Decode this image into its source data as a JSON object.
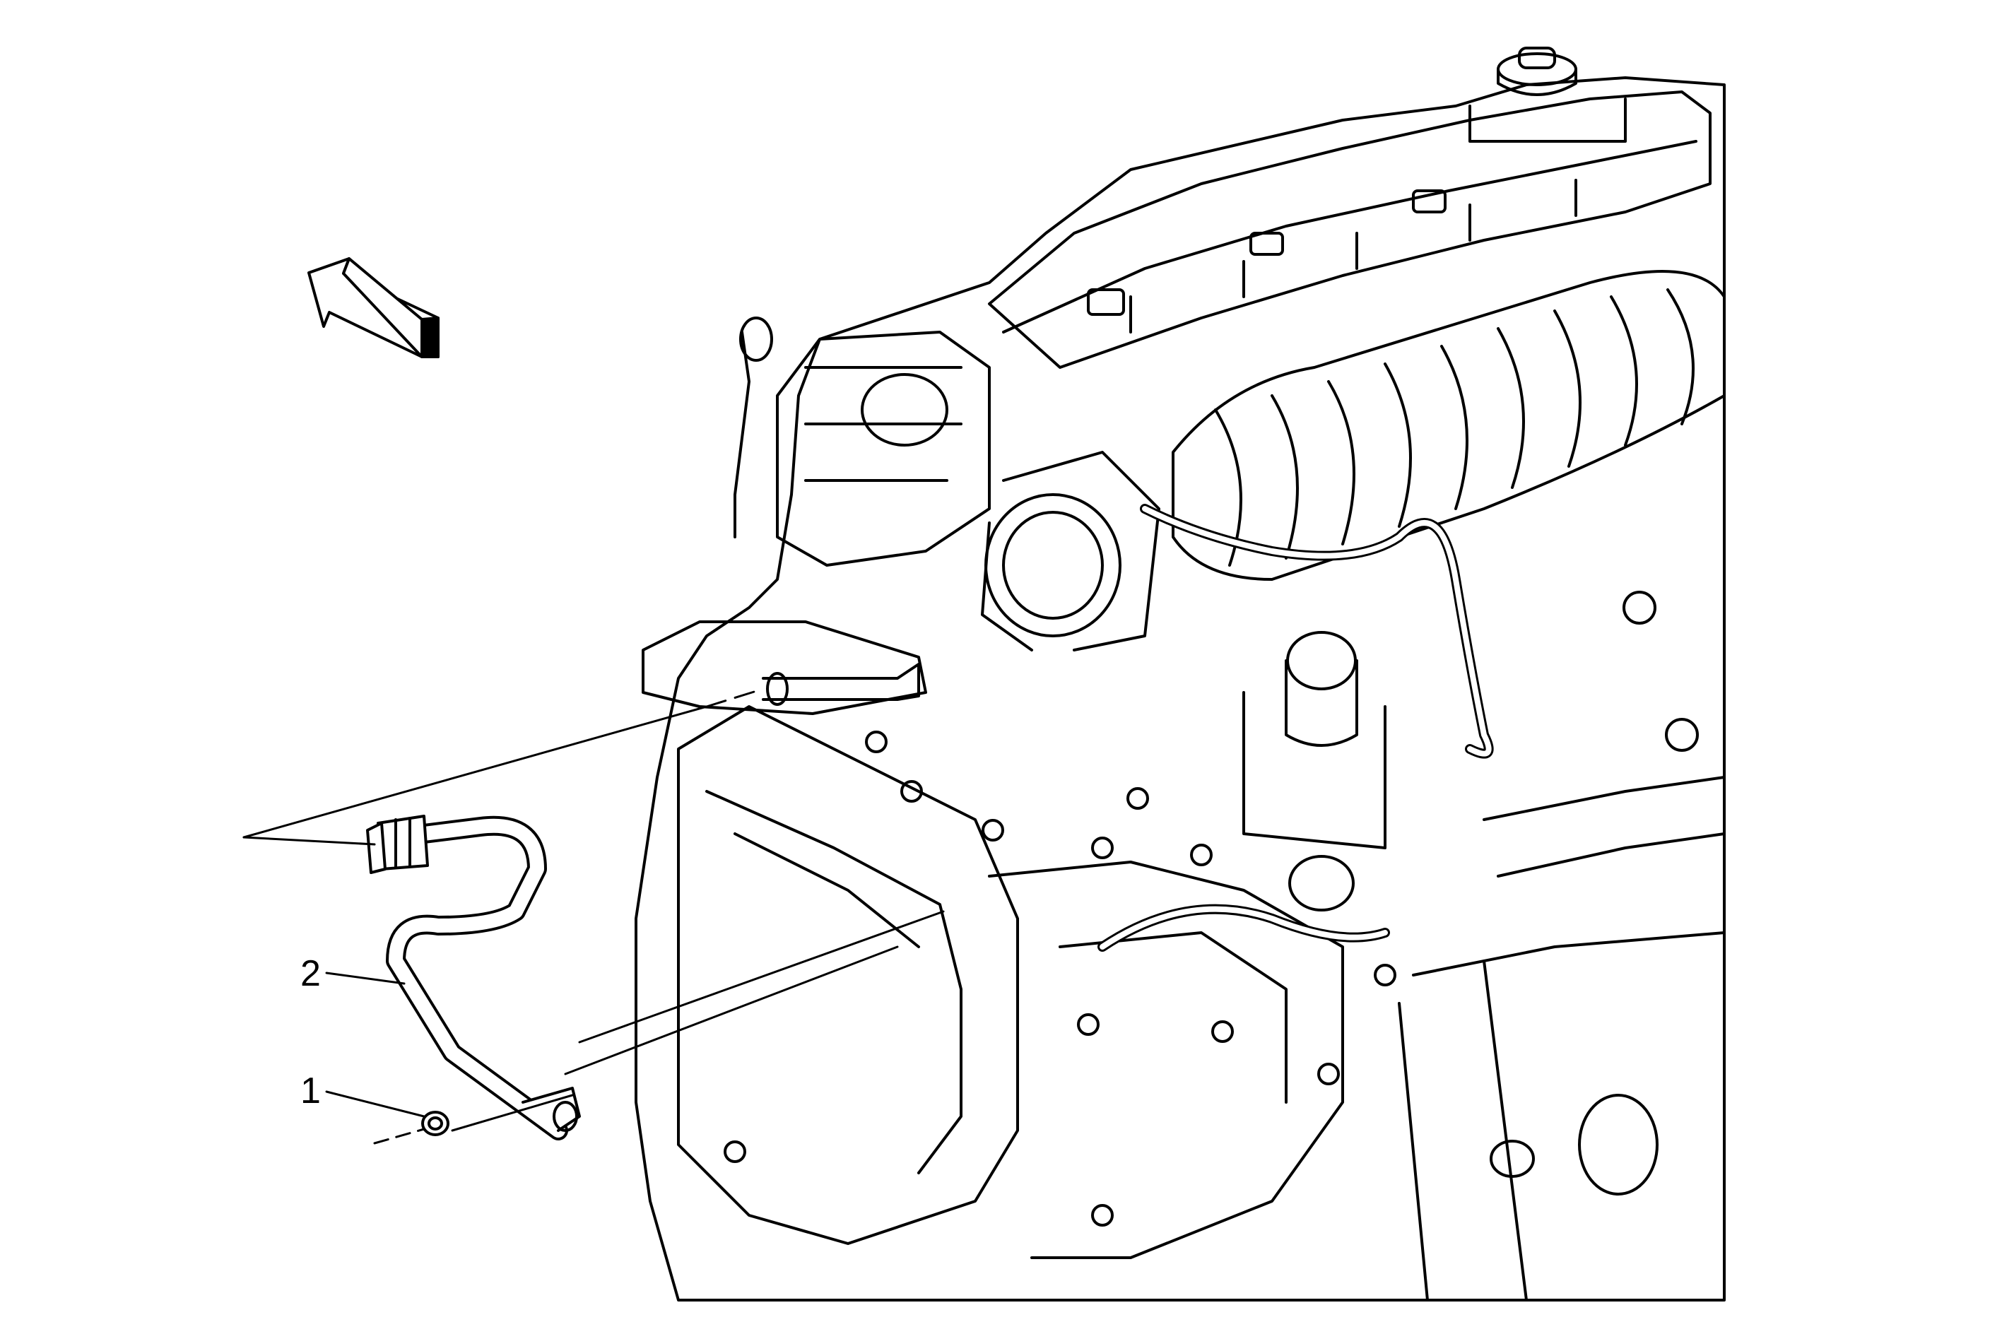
{
  "callouts": [
    {
      "id": "1",
      "label": "1"
    },
    {
      "id": "2",
      "label": "2"
    }
  ],
  "colors": {
    "line": "#000000",
    "background": "#ffffff"
  }
}
